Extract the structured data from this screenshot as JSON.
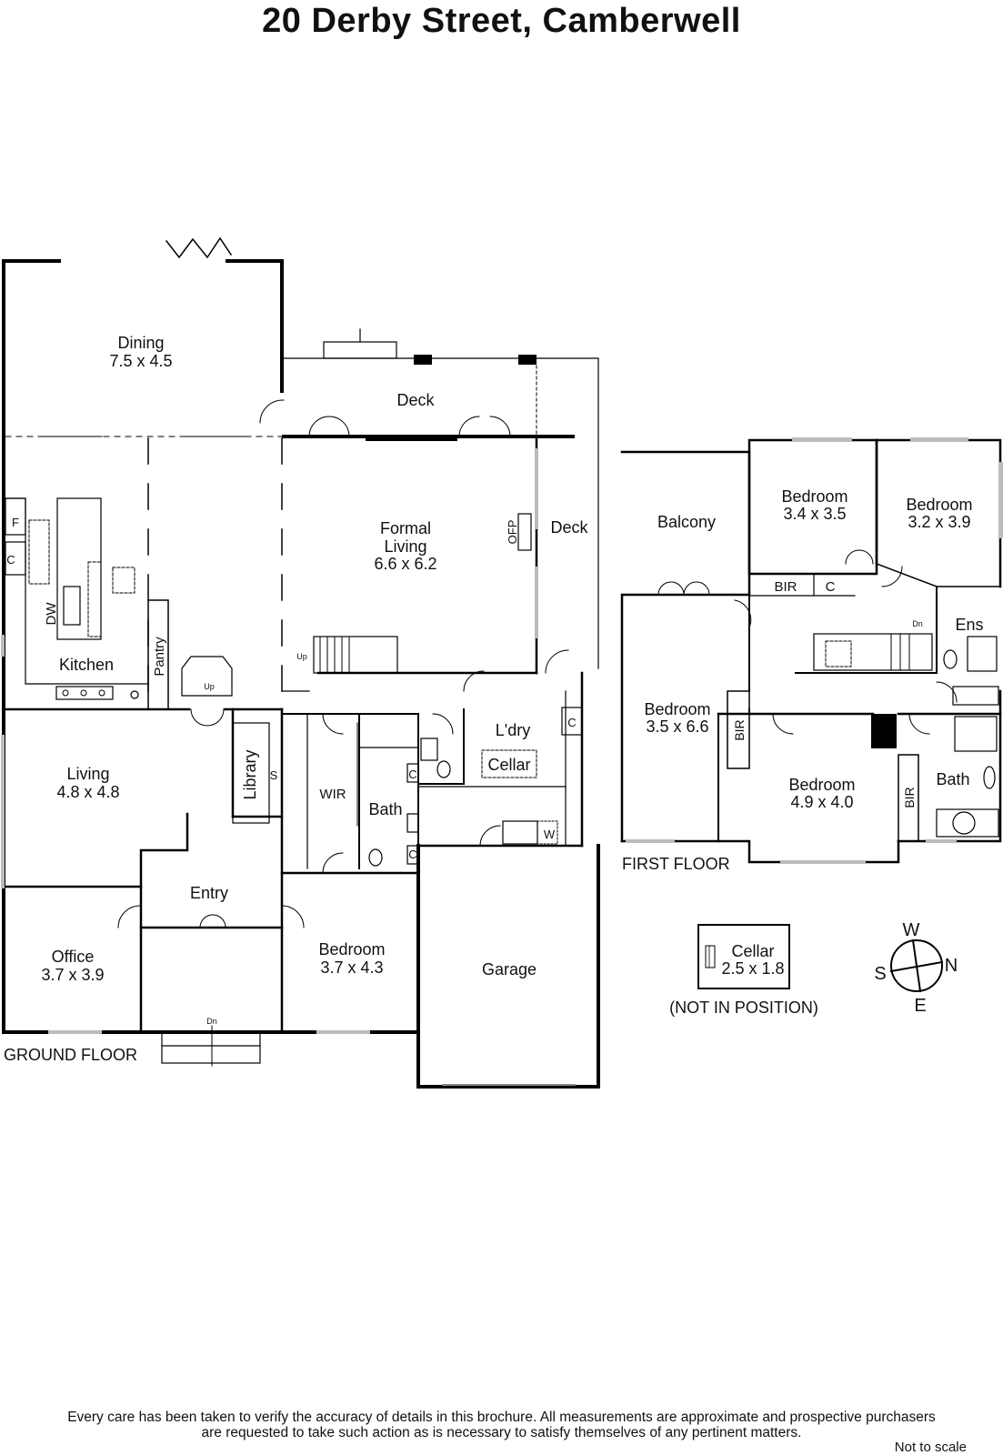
{
  "title": "20 Derby Street, Camberwell",
  "rooms": {
    "dining": {
      "name": "Dining",
      "dims": "7.5 x 4.5"
    },
    "deck_top": {
      "name": "Deck"
    },
    "formal_living": {
      "line1": "Formal",
      "line2": "Living",
      "dims": "6.6 x 6.2"
    },
    "deck_side": {
      "name": "Deck"
    },
    "ofp": {
      "name": "OFP"
    },
    "kitchen": {
      "name": "Kitchen"
    },
    "dw": {
      "name": "DW"
    },
    "fridge": {
      "name": "F"
    },
    "kitchen_c": {
      "name": "C"
    },
    "pantry": {
      "name": "Pantry"
    },
    "up_stair": {
      "name": "Up"
    },
    "up_stair2": {
      "name": "Up"
    },
    "living": {
      "name": "Living",
      "dims": "4.8 x 4.8"
    },
    "library": {
      "name": "Library"
    },
    "library_s": {
      "name": "S"
    },
    "wir": {
      "name": "WIR"
    },
    "bath_ground": {
      "name": "Bath"
    },
    "bath_c1": {
      "name": "C"
    },
    "bath_c2": {
      "name": "C"
    },
    "laundry": {
      "name": "L'dry"
    },
    "laundry_c": {
      "name": "C"
    },
    "laundry_w": {
      "name": "W"
    },
    "cellar_ground": {
      "name": "Cellar"
    },
    "entry": {
      "name": "Entry"
    },
    "office": {
      "name": "Office",
      "dims": "3.7 x 3.9"
    },
    "bedroom_ground": {
      "name": "Bedroom",
      "dims": "3.7 x 4.3"
    },
    "garage": {
      "name": "Garage"
    },
    "dn_ground": {
      "name": "Dn"
    },
    "balcony": {
      "name": "Balcony"
    },
    "bedroom_ff1": {
      "name": "Bedroom",
      "dims": "3.4 x 3.5"
    },
    "bedroom_ff2": {
      "name": "Bedroom",
      "dims": "3.2 x 3.9"
    },
    "bir_ff1": {
      "name": "BIR"
    },
    "c_ff1": {
      "name": "C"
    },
    "ens": {
      "name": "Ens"
    },
    "dn_ff": {
      "name": "Dn"
    },
    "bedroom_ff3": {
      "name": "Bedroom",
      "dims": "3.5 x 6.6"
    },
    "bir_ff2": {
      "name": "BIR"
    },
    "bedroom_ff4": {
      "name": "Bedroom",
      "dims": "4.9 x 4.0"
    },
    "bir_ff3": {
      "name": "BIR"
    },
    "bath_ff": {
      "name": "Bath"
    }
  },
  "floor_labels": {
    "ground": "GROUND FLOOR",
    "first": "FIRST FLOOR"
  },
  "cellar_inset": {
    "name": "Cellar",
    "dims": "2.5 x 1.8",
    "note": "(NOT IN POSITION)"
  },
  "compass": {
    "w": "W",
    "n": "N",
    "s": "S",
    "e": "E"
  },
  "footer": {
    "line1": "Every care has been taken to verify the accuracy of details in this brochure.  All measurements are approximate and prospective purchasers",
    "line2": "are requested to take such action as is necessary to satisfy themselves of any pertinent matters.",
    "not_to_scale": "Not to scale"
  }
}
